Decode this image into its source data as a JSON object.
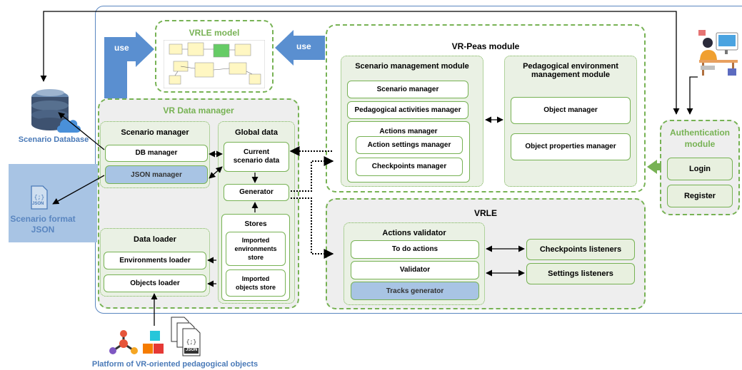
{
  "vrle_model": {
    "title": "VRLE model"
  },
  "use_left": "use",
  "use_right": "use",
  "vr_peas": {
    "title": "VR-Peas module"
  },
  "scenario_management": {
    "title": "Scenario management module",
    "scenario_manager": "Scenario manager",
    "pedagogical_activities": "Pedagogical activities manager",
    "actions_manager": "Actions manager",
    "action_settings": "Action settings manager",
    "checkpoints_manager": "Checkpoints manager"
  },
  "pedagogical_env": {
    "title": "Pedagogical environment management module",
    "object_manager": "Object manager",
    "object_properties": "Object properties manager"
  },
  "vr_data_manager": {
    "title": "VR Data manager"
  },
  "scenario_manager_group": {
    "title": "Scenario manager",
    "db_manager": "DB manager",
    "json_manager": "JSON manager"
  },
  "global_data": {
    "title": "Global data",
    "current_scenario": "Current scenario data",
    "generator": "Generator",
    "stores": "Stores",
    "env_store": "Imported environments store",
    "obj_store": "Imported objects store"
  },
  "data_loader": {
    "title": "Data loader",
    "env_loader": "Environments loader",
    "obj_loader": "Objects loader"
  },
  "vrle": {
    "title": "VRLE"
  },
  "actions_validator": {
    "title": "Actions validator",
    "todo": "To do actions",
    "validator": "Validator",
    "tracks": "Tracks generator"
  },
  "checkpoints_listeners": "Checkpoints listeners",
  "settings_listeners": "Settings listeners",
  "auth": {
    "title": "Authentication module",
    "login": "Login",
    "register": "Register"
  },
  "scenario_database": "Scenario Database",
  "scenario_format": "Scenario format JSON",
  "json_icon_label": "JSON",
  "platform": "Platform of VR-oriented pedagogical objects",
  "colors": {
    "green": "#77b254",
    "blue": "#4a7ab8",
    "light_blue": "#a8c4e4"
  }
}
